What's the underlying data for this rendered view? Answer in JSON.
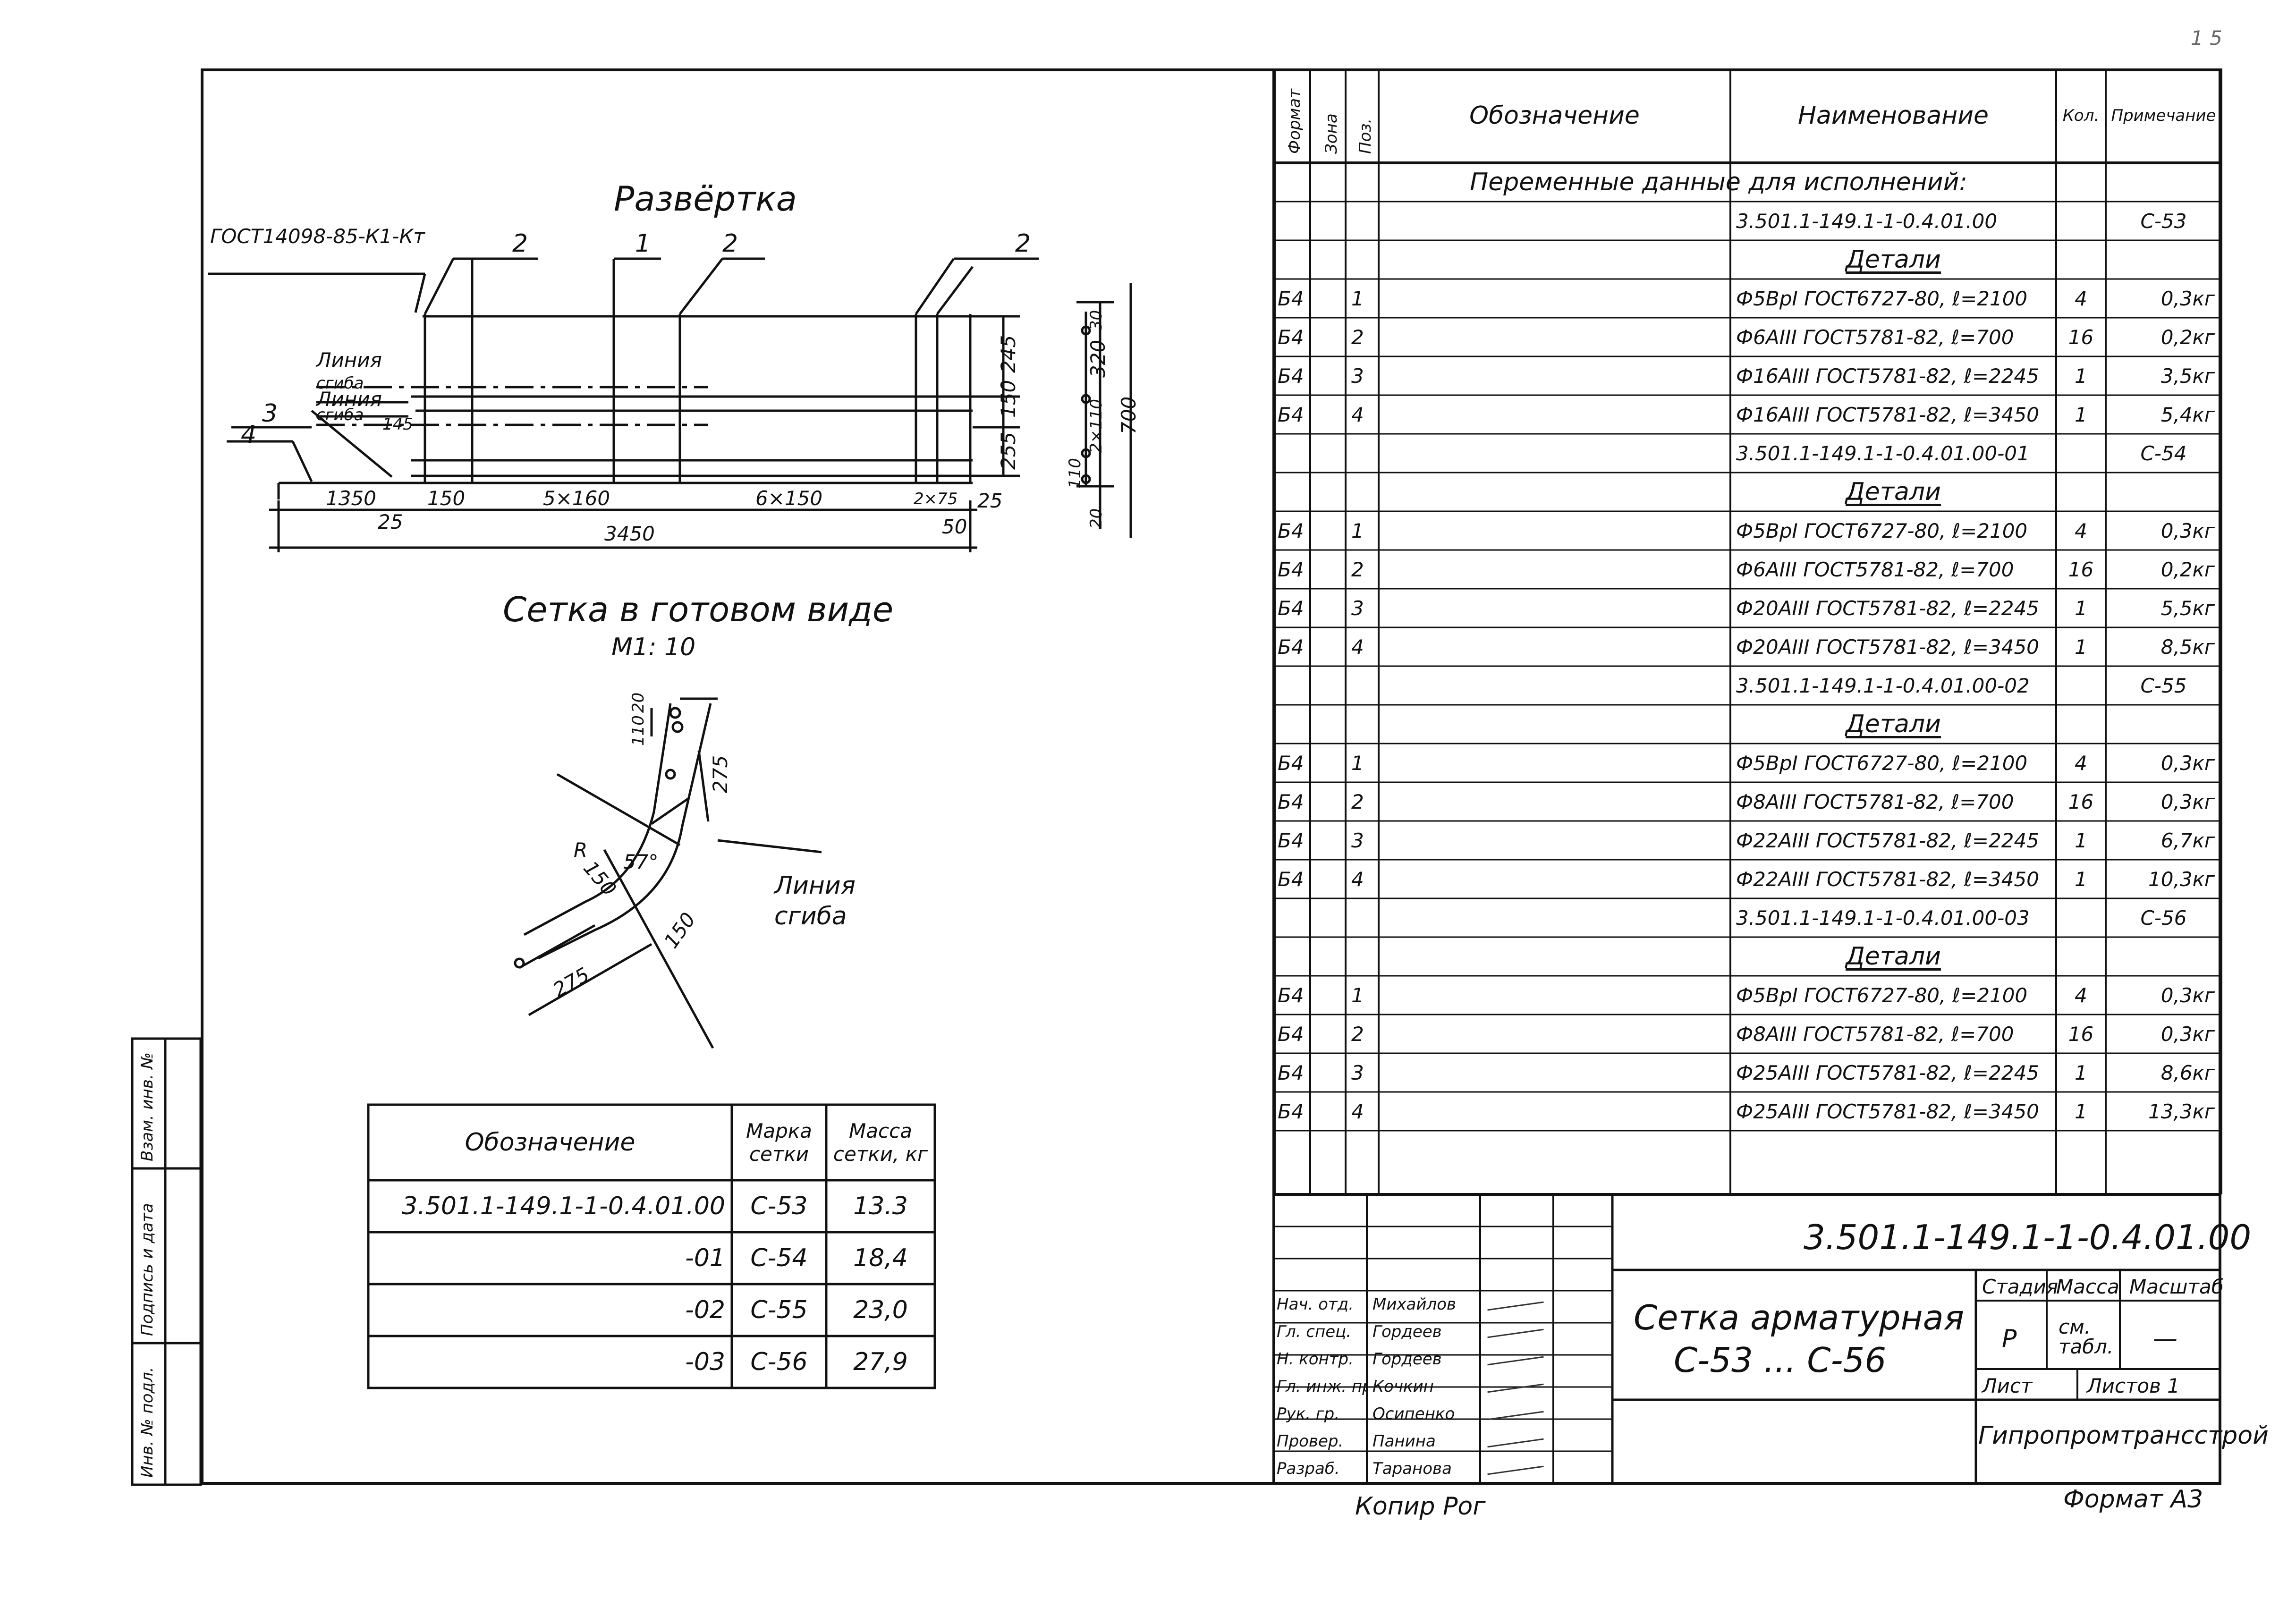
{
  "corner_mark": "1 5",
  "drawing": {
    "razvertka_title": "Развёртка",
    "weld_note": "ГОСТ14098-85-К1-Кт",
    "callouts": [
      "2",
      "1",
      "2",
      "2",
      "3",
      "4"
    ],
    "line_labels": [
      [
        "Линия",
        "сгиба"
      ],
      [
        "Линия",
        "сгиба"
      ]
    ],
    "dims_top": [
      "1350",
      "150",
      "5×160",
      "6×150",
      "2×75"
    ],
    "dims_small": [
      "25",
      "25",
      "50",
      "145"
    ],
    "dims_total": "3450",
    "dims_vertical": [
      "245",
      "150",
      "255"
    ],
    "side_dims": [
      "30",
      "320",
      "2×110",
      "110",
      "20",
      "700"
    ],
    "ready_title": "Сетка в готовом виде",
    "scale": "М1: 10",
    "bend_dims": [
      "110",
      "20",
      "275",
      "R",
      "150",
      "57°",
      "150",
      "275"
    ],
    "bend_line_label": [
      "Линия",
      "сгиба"
    ]
  },
  "mass_table": {
    "headers": [
      "Обозначение",
      "Марка сетки",
      "Масса сетки, кг"
    ],
    "rows": [
      {
        "designation": "3.501.1-149.1-1-0.4.01.00",
        "mark": "С-53",
        "mass": "13.3"
      },
      {
        "designation": "-01",
        "mark": "С-54",
        "mass": "18,4"
      },
      {
        "designation": "-02",
        "mark": "С-55",
        "mass": "23,0"
      },
      {
        "designation": "-03",
        "mark": "С-56",
        "mass": "27,9"
      }
    ]
  },
  "left_stamp": [
    "Инв. № подл.",
    "Подпись и дата",
    "Взам. инв. №"
  ],
  "spec": {
    "headers": {
      "format": "Формат",
      "zone": "Зона",
      "pos": "Поз.",
      "designation": "Обозначение",
      "name": "Наименование",
      "qty": "Кол.",
      "note": "Примечание"
    },
    "variable_title": "Переменные данные для исполнений:",
    "groups": [
      {
        "code": "3.501.1-149.1-1-0.4.01.00",
        "note": "С-53",
        "title": "Детали",
        "rows": [
          {
            "fmt": "Б4",
            "pos": "1",
            "name": "Ф5ВрI ГОСТ6727-80, ℓ=2100",
            "qty": "4",
            "note": "0,3кг"
          },
          {
            "fmt": "Б4",
            "pos": "2",
            "name": "Ф6АIII ГОСТ5781-82, ℓ=700",
            "qty": "16",
            "note": "0,2кг"
          },
          {
            "fmt": "Б4",
            "pos": "3",
            "name": "Ф16АIII ГОСТ5781-82, ℓ=2245",
            "qty": "1",
            "note": "3,5кг"
          },
          {
            "fmt": "Б4",
            "pos": "4",
            "name": "Ф16АIII ГОСТ5781-82, ℓ=3450",
            "qty": "1",
            "note": "5,4кг"
          }
        ]
      },
      {
        "code": "3.501.1-149.1-1-0.4.01.00-01",
        "note": "С-54",
        "title": "Детали",
        "rows": [
          {
            "fmt": "Б4",
            "pos": "1",
            "name": "Ф5ВрI ГОСТ6727-80, ℓ=2100",
            "qty": "4",
            "note": "0,3кг"
          },
          {
            "fmt": "Б4",
            "pos": "2",
            "name": "Ф6АIII ГОСТ5781-82, ℓ=700",
            "qty": "16",
            "note": "0,2кг"
          },
          {
            "fmt": "Б4",
            "pos": "3",
            "name": "Ф20АIII ГОСТ5781-82, ℓ=2245",
            "qty": "1",
            "note": "5,5кг"
          },
          {
            "fmt": "Б4",
            "pos": "4",
            "name": "Ф20АIII ГОСТ5781-82, ℓ=3450",
            "qty": "1",
            "note": "8,5кг"
          }
        ]
      },
      {
        "code": "3.501.1-149.1-1-0.4.01.00-02",
        "note": "С-55",
        "title": "Детали",
        "rows": [
          {
            "fmt": "Б4",
            "pos": "1",
            "name": "Ф5ВрI ГОСТ6727-80, ℓ=2100",
            "qty": "4",
            "note": "0,3кг"
          },
          {
            "fmt": "Б4",
            "pos": "2",
            "name": "Ф8АIII ГОСТ5781-82, ℓ=700",
            "qty": "16",
            "note": "0,3кг"
          },
          {
            "fmt": "Б4",
            "pos": "3",
            "name": "Ф22АIII ГОСТ5781-82, ℓ=2245",
            "qty": "1",
            "note": "6,7кг"
          },
          {
            "fmt": "Б4",
            "pos": "4",
            "name": "Ф22АIII ГОСТ5781-82, ℓ=3450",
            "qty": "1",
            "note": "10,3кг"
          }
        ]
      },
      {
        "code": "3.501.1-149.1-1-0.4.01.00-03",
        "note": "С-56",
        "title": "Детали",
        "rows": [
          {
            "fmt": "Б4",
            "pos": "1",
            "name": "Ф5ВрI ГОСТ6727-80, ℓ=2100",
            "qty": "4",
            "note": "0,3кг"
          },
          {
            "fmt": "Б4",
            "pos": "2",
            "name": "Ф8АIII ГОСТ5781-82, ℓ=700",
            "qty": "16",
            "note": "0,3кг"
          },
          {
            "fmt": "Б4",
            "pos": "3",
            "name": "Ф25АIII ГОСТ5781-82, ℓ=2245",
            "qty": "1",
            "note": "8,6кг"
          },
          {
            "fmt": "Б4",
            "pos": "4",
            "name": "Ф25АIII ГОСТ5781-82, ℓ=3450",
            "qty": "1",
            "note": "13,3кг"
          }
        ]
      }
    ]
  },
  "title_block": {
    "doc_code": "3.501.1-149.1-1-0.4.01.00",
    "title": "Сетка арматурная",
    "subtitle": "С-53 ... С-56",
    "stage_label": "Стадия",
    "mass_label": "Масса",
    "scale_label": "Масштаб",
    "stage": "Р",
    "mass": "см. табл.",
    "scale": "—",
    "sheet_label": "Лист",
    "sheets_label": "Листов 1",
    "org": "Гипропромтрансстрой",
    "people": [
      {
        "role": "Нач. отд.",
        "name": "Михайлов"
      },
      {
        "role": "Гл. спец.",
        "name": "Гордеев"
      },
      {
        "role": "Н. контр.",
        "name": "Гордеев"
      },
      {
        "role": "Гл. инж. пр.",
        "name": "Кочкин"
      },
      {
        "role": "Рук. гр.",
        "name": "Осипенко"
      },
      {
        "role": "Провер.",
        "name": "Панина"
      },
      {
        "role": "Разраб.",
        "name": "Таранова"
      }
    ]
  },
  "footer": {
    "copied": "Копир Рог",
    "format": "Формат А3"
  }
}
